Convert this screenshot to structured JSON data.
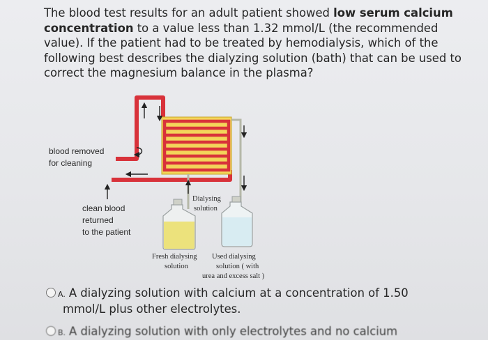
{
  "question": {
    "part1": "The blood test results for an adult patient showed ",
    "bold1": "low serum calcium concentration",
    "part2": " to a value less than 1.32 mmol/L (the recommended value). If the patient had to be treated by hemodialysis, which of the following best describes the dialyzing solution (bath) that can be used to correct the magnesium balance in the plasma?"
  },
  "diagram": {
    "label_blood_removed": [
      "blood removed",
      "for cleaning"
    ],
    "label_clean_blood": [
      "clean blood",
      "returned",
      "to the patient"
    ],
    "label_dialysing_solution": [
      "Dialysing",
      "solution"
    ],
    "label_fresh": [
      "Fresh dialysing",
      "solution"
    ],
    "label_used": [
      "Used dialysing",
      "solution ( with",
      "urea and excess salt )"
    ],
    "colors": {
      "blood": "#d8323a",
      "fresh_fluid": "#ece27c",
      "used_fluid": "#d8ecf2"
    }
  },
  "options": [
    {
      "letter": "A.",
      "text_line1": "A dialyzing solution with calcium at a concentration of 1.50",
      "text_line2": "mmol/L plus other electrolytes."
    },
    {
      "letter": "B.",
      "text": "A dialyzing solution with only electrolytes and no calcium"
    }
  ]
}
